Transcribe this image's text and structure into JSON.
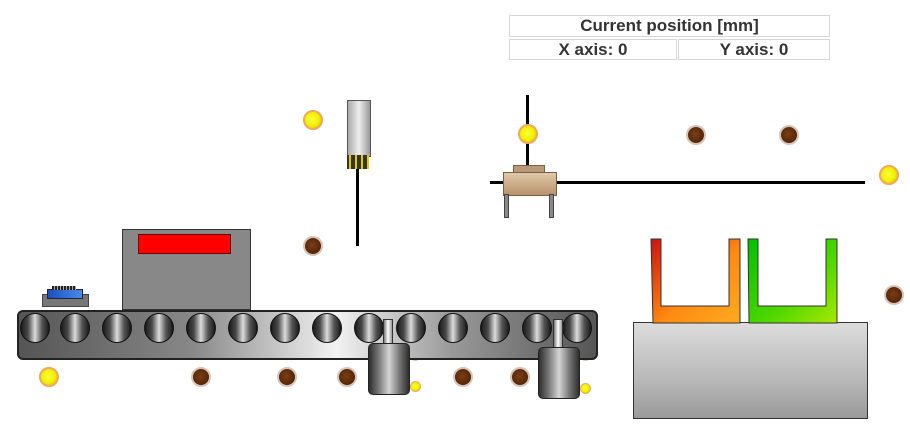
{
  "position_panel": {
    "title": "Current position [mm]",
    "x_label": "X axis:",
    "x_value": "0",
    "y_label": "Y axis:",
    "y_value": "0"
  },
  "indicator_colors": {
    "active": "#f0f000",
    "inactive": "#5a2a0b"
  },
  "display": {
    "screen_color": "#ff0000",
    "housing_color": "#888888"
  },
  "bins": [
    {
      "name": "left-bin",
      "colors": [
        "#cc1010",
        "#ff9a10"
      ]
    },
    {
      "name": "right-bin",
      "colors": [
        "#00c000",
        "#88e000"
      ]
    }
  ]
}
